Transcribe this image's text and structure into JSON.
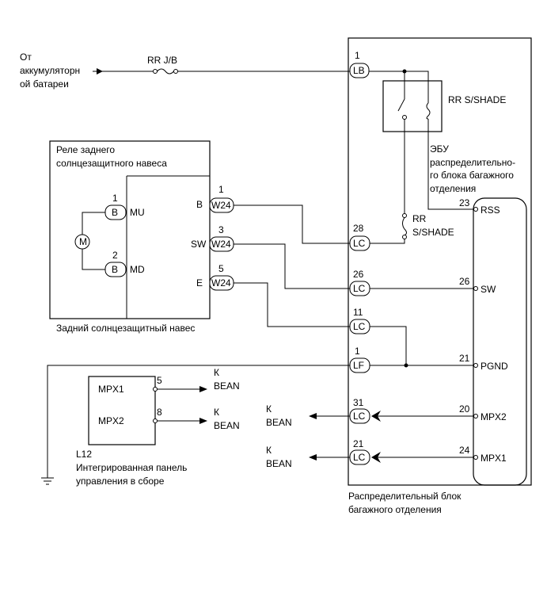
{
  "source": {
    "line1": "От",
    "line2": "аккумуляторн",
    "line3": "ой батареи"
  },
  "fuse": {
    "label": "RR J/B"
  },
  "relay": {
    "title1": "Реле заднего",
    "title2": "солнцезащитного навеса",
    "caption": "Задний солнцезащитный навес",
    "motor": "M",
    "pins": [
      {
        "num": "1",
        "conn": "B",
        "name": "MU"
      },
      {
        "num": "2",
        "conn": "B",
        "name": "MD"
      },
      {
        "num": "1",
        "conn": "W24",
        "name": "B"
      },
      {
        "num": "3",
        "conn": "W24",
        "name": "SW"
      },
      {
        "num": "5",
        "conn": "W24",
        "name": "E"
      }
    ]
  },
  "jb": {
    "caption1": "Распределительный блок",
    "caption2": "багажного отделения",
    "relay_label": "RR S/SHADE",
    "ecu1": "ЭБУ",
    "ecu2": "распределительно-",
    "ecu3": "го блока багажного",
    "ecu4": "отделения",
    "switch1": "RR",
    "switch2": "S/SHADE",
    "conns": [
      {
        "num": "1",
        "conn": "LB"
      },
      {
        "num": "28",
        "conn": "LC"
      },
      {
        "num": "26",
        "conn": "LC"
      },
      {
        "num": "11",
        "conn": "LC"
      },
      {
        "num": "1",
        "conn": "LF"
      },
      {
        "num": "31",
        "conn": "LC"
      },
      {
        "num": "21",
        "conn": "LC"
      }
    ],
    "pins": [
      {
        "num": "23",
        "name": "RSS"
      },
      {
        "num": "26",
        "name": "SW"
      },
      {
        "num": "21",
        "name": "PGND"
      },
      {
        "num": "20",
        "name": "MPX2"
      },
      {
        "num": "24",
        "name": "MPX1"
      }
    ]
  },
  "panel": {
    "id": "L12",
    "caption1": "Интегрированная панель",
    "caption2": "управления в сборе",
    "pins": [
      {
        "num": "5",
        "name": "MPX1"
      },
      {
        "num": "8",
        "name": "MPX2"
      }
    ]
  },
  "bean": {
    "to": "К",
    "label": "BEAN"
  }
}
